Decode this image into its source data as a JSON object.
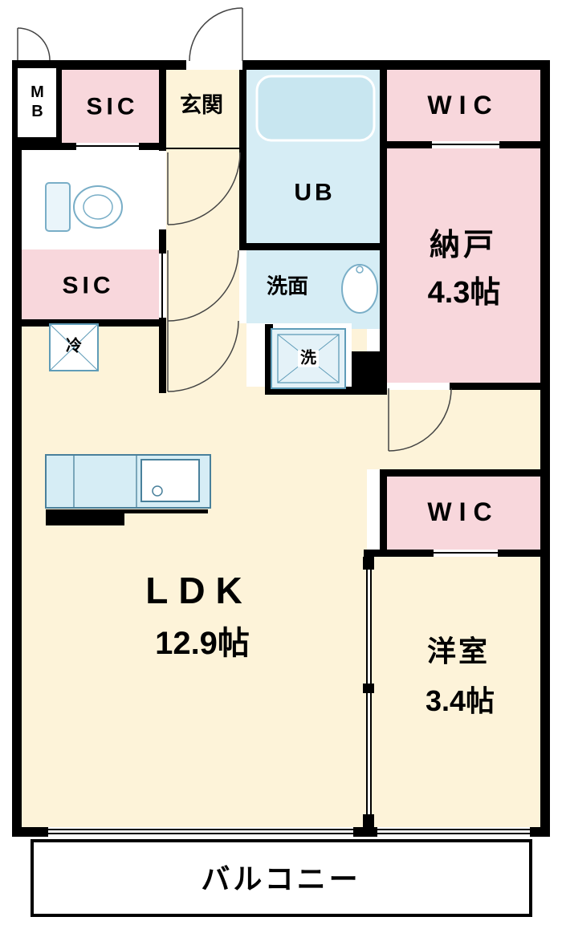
{
  "colors": {
    "wall": "#000000",
    "room_pink": "#f8d7dc",
    "room_cream": "#fdf3d9",
    "room_blue": "#d6edf5",
    "fixture_stroke": "#6fa8c4",
    "background": "#ffffff"
  },
  "rooms": {
    "mb": {
      "label": "MB"
    },
    "sic1": {
      "label": "SIC"
    },
    "genkan": {
      "label": "玄関"
    },
    "ub": {
      "label": "UB"
    },
    "wic1": {
      "label": "WIC"
    },
    "nando": {
      "label": "納戸",
      "size": "4.3帖"
    },
    "sic2": {
      "label": "SIC"
    },
    "senmen": {
      "label": "洗面"
    },
    "laundry": {
      "label": "洗"
    },
    "fridge": {
      "label": "冷"
    },
    "ldk": {
      "label": "LDK",
      "size": "12.9帖"
    },
    "wic2": {
      "label": "WIC"
    },
    "yoshitsu": {
      "label": "洋室",
      "size": "3.4帖"
    },
    "balcony": {
      "label": "バルコニー"
    }
  }
}
